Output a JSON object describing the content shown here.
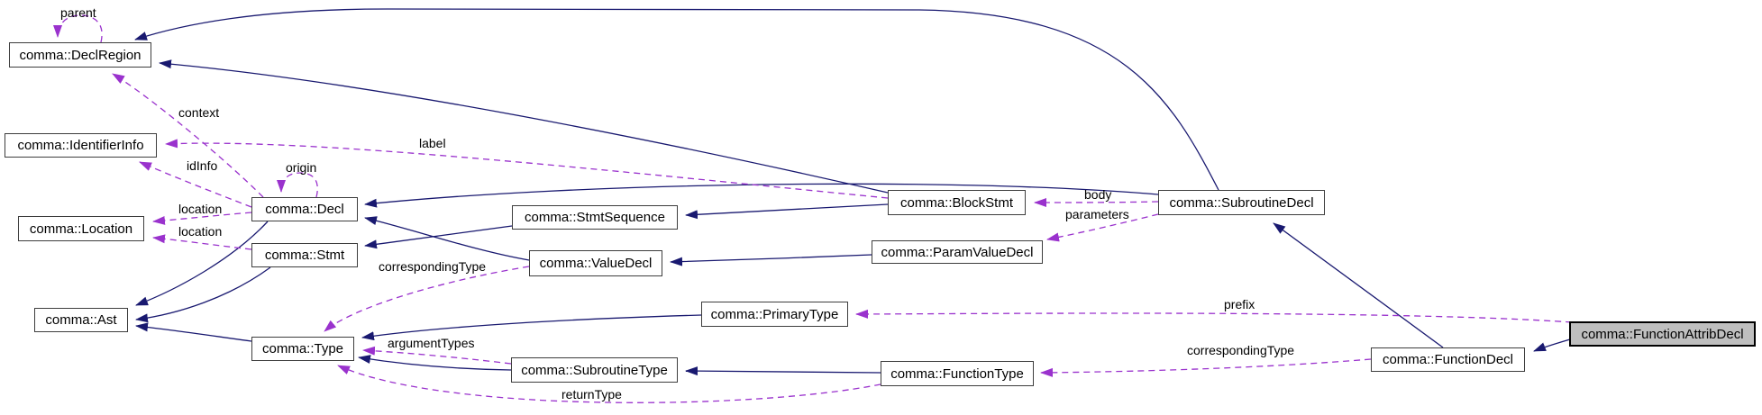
{
  "diagram": {
    "type": "class-collaboration-graph",
    "colors": {
      "background": "#ffffff",
      "inheritance_edge": "#191970",
      "usage_edge": "#9a32cd",
      "node_border": "#3d3d3d",
      "node_fill": "#ffffff",
      "highlight_node_fill": "#bfbfbf",
      "text": "#000000"
    },
    "nodes": [
      {
        "label": "comma::DeclRegion"
      },
      {
        "label": "comma::IdentifierInfo"
      },
      {
        "label": "comma::Location"
      },
      {
        "label": "comma::Ast"
      },
      {
        "label": "comma::Decl"
      },
      {
        "label": "comma::Stmt"
      },
      {
        "label": "comma::Type"
      },
      {
        "label": "comma::StmtSequence"
      },
      {
        "label": "comma::ValueDecl"
      },
      {
        "label": "comma::BlockStmt"
      },
      {
        "label": "comma::ParamValueDecl"
      },
      {
        "label": "comma::SubroutineDecl"
      },
      {
        "label": "comma::PrimaryType"
      },
      {
        "label": "comma::SubroutineType"
      },
      {
        "label": "comma::FunctionType"
      },
      {
        "label": "comma::FunctionDecl"
      },
      {
        "label": "comma::FunctionAttribDecl",
        "highlighted": true
      }
    ],
    "edge_labels": [
      {
        "text": "parent"
      },
      {
        "text": "context"
      },
      {
        "text": "idInfo"
      },
      {
        "text": "origin"
      },
      {
        "text": "label"
      },
      {
        "text": "location"
      },
      {
        "text": "location"
      },
      {
        "text": "correspondingType"
      },
      {
        "text": "argumentTypes"
      },
      {
        "text": "returnType"
      },
      {
        "text": "body"
      },
      {
        "text": "parameters"
      },
      {
        "text": "prefix"
      },
      {
        "text": "correspondingType"
      }
    ]
  }
}
